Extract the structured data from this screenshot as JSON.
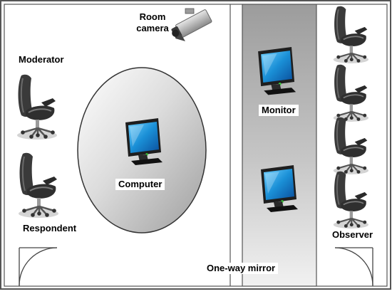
{
  "labels": {
    "room_camera": "Room\ncamera",
    "moderator": "Moderator",
    "respondent": "Respondent",
    "computer": "Computer",
    "monitor": "Monitor",
    "one_way_mirror": "One-way mirror",
    "observer": "Observer"
  },
  "colors": {
    "wall": "#555555",
    "chair_dark": "#3a3a3a",
    "chair_light": "#9a9a9a",
    "screen_blue": "#1a8fd6",
    "observation_room_top": "#9a9a9a",
    "observation_room_bottom": "#f0f0f0"
  },
  "icons": [
    "camera-icon",
    "chair-icon",
    "monitor-icon",
    "door-icon"
  ]
}
